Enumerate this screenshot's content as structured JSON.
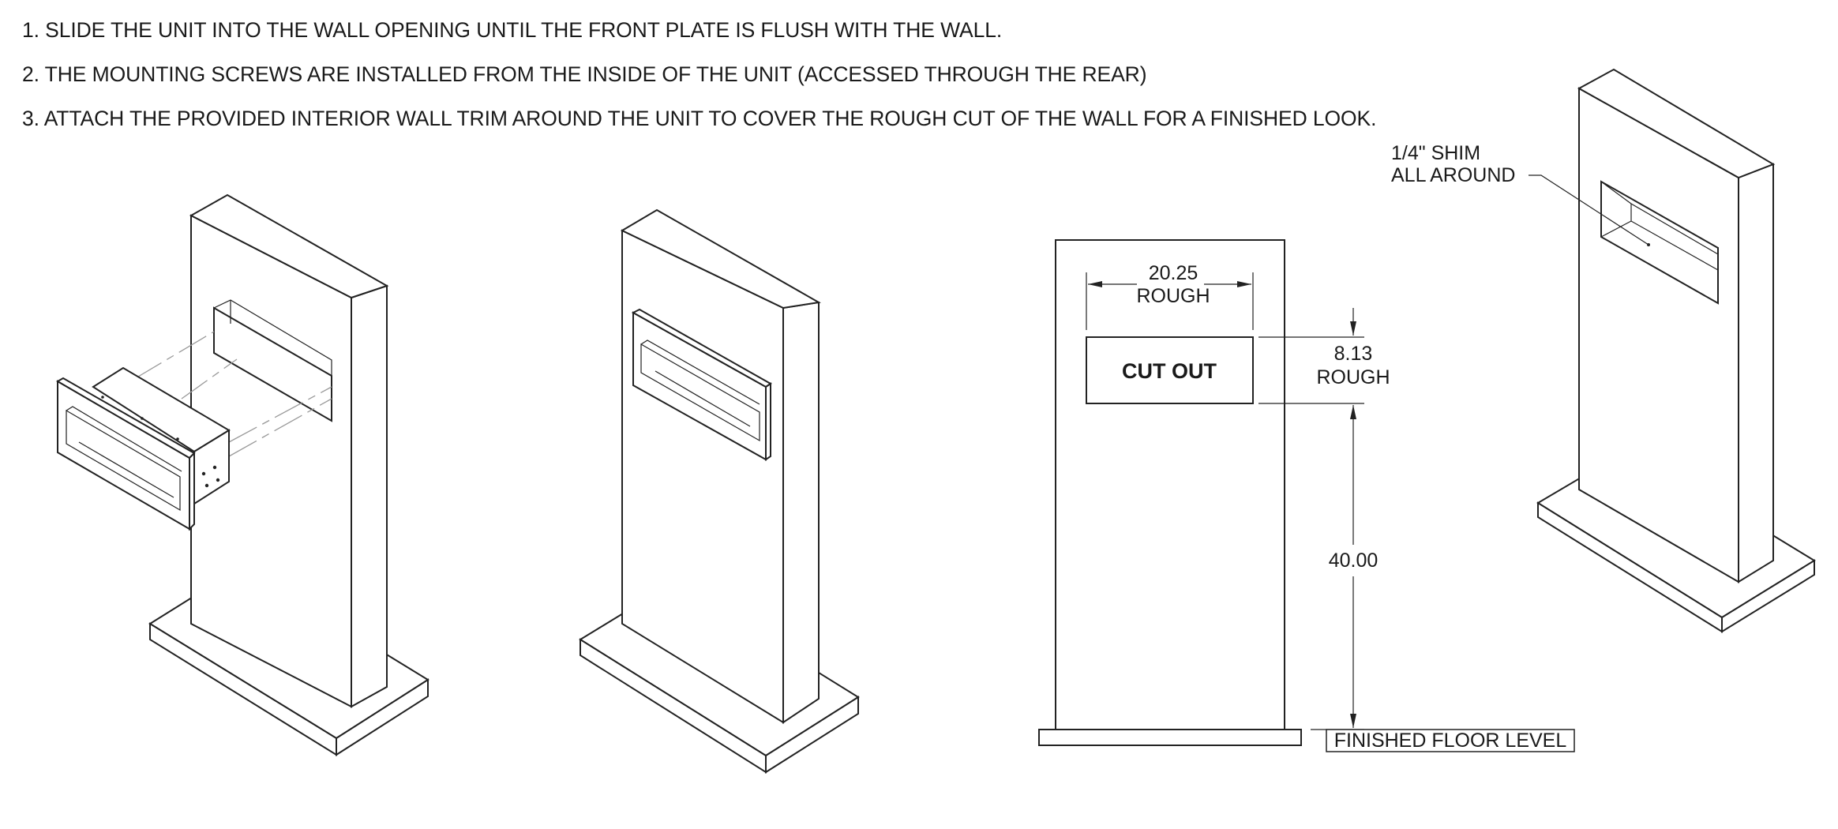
{
  "instructions": [
    "1. SLIDE THE UNIT INTO THE WALL OPENING UNTIL THE FRONT PLATE IS FLUSH WITH THE WALL.",
    "2. THE MOUNTING SCREWS ARE INSTALLED FROM THE INSIDE OF THE UNIT (ACCESSED THROUGH THE REAR)",
    "3. ATTACH THE PROVIDED INTERIOR WALL TRIM AROUND THE UNIT TO COVER THE ROUGH CUT OF THE WALL FOR A FINISHED LOOK."
  ],
  "dimensions": {
    "width_value": "20.25",
    "width_note": "ROUGH",
    "height_value": "8.13",
    "height_note": "ROUGH",
    "elevation_value": "40.00",
    "cutout_label": "CUT OUT",
    "floor_label": "FINISHED FLOOR LEVEL"
  },
  "shim_note": {
    "line1": "1/4\" SHIM",
    "line2": "ALL AROUND"
  }
}
